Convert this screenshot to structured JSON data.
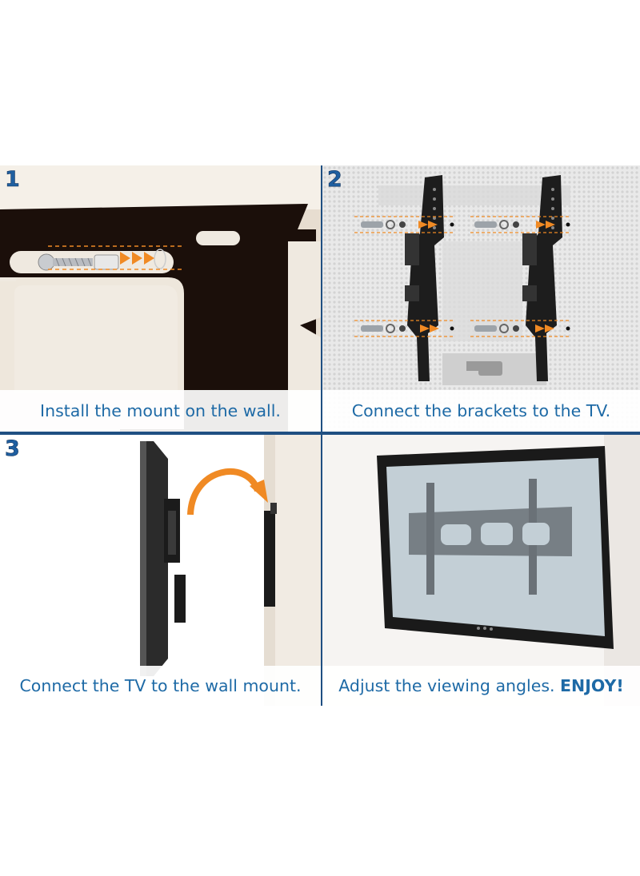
{
  "steps": [
    {
      "number": "1",
      "caption": "Install the mount on the wall."
    },
    {
      "number": "2",
      "caption": "Connect the brackets to the TV."
    },
    {
      "number": "3",
      "caption": "Connect the TV to the wall mount."
    },
    {
      "number": "",
      "caption_main": "Adjust the viewing angles. ",
      "caption_emph": "ENJOY!"
    }
  ],
  "colors": {
    "step_number": "#1f5fa0",
    "caption_text": "#1e6aa6",
    "divider": "#1f4f82",
    "arrow_orange": "#f08a24"
  },
  "icons": [
    "screw-icon",
    "wall-anchor-icon",
    "washer-icon",
    "curved-arrow-icon"
  ]
}
